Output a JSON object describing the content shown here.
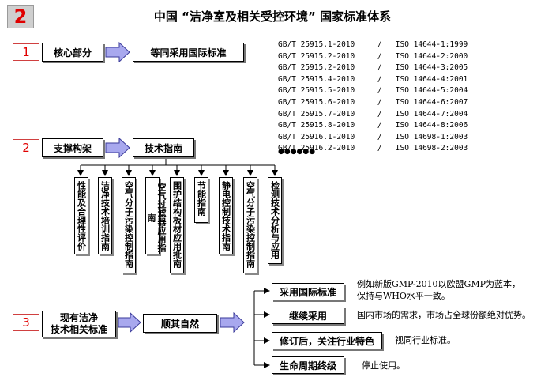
{
  "header": {
    "badge": "2",
    "title": "中国 “洁净室及相关受控环境” 国家标准体系"
  },
  "section1": {
    "num": "1",
    "label": "核心部分",
    "target": "等同采用国际标准",
    "standards": [
      {
        "gb": "GB/T 25915.1-2010",
        "iso": "ISO 14644-1:1999"
      },
      {
        "gb": "GB/T 25915.2-2010",
        "iso": "ISO 14644-2:2000"
      },
      {
        "gb": "GB/T 25915.2-2010",
        "iso": "ISO 14644-3:2005"
      },
      {
        "gb": "GB/T 25915.4-2010",
        "iso": "ISO 14644-4:2001"
      },
      {
        "gb": "GB/T 25915.5-2010",
        "iso": "ISO 14644-5:2004"
      },
      {
        "gb": "GB/T 25915.6-2010",
        "iso": "ISO 14644-6:2007"
      },
      {
        "gb": "GB/T 25915.7-2010",
        "iso": "ISO 14644-7:2004"
      },
      {
        "gb": "GB/T 25915.8-2010",
        "iso": "ISO 14644-8:2006"
      },
      {
        "gb": "GB/T 25916.1-2010",
        "iso": "ISO 14698-1:2003"
      },
      {
        "gb": "GB/T 25916.2-2010",
        "iso": "ISO 14698-2:2003"
      }
    ],
    "separator": "/",
    "more": "●●●●●●"
  },
  "section2": {
    "num": "2",
    "label": "支撑构架",
    "target": "技术指南",
    "guides": [
      "性能及合理性评价",
      "洁净技术培训指南",
      "空气分子污染控制指南",
      "空气过滤器应用指南",
      "围护结构板材应用批南",
      "节能指南",
      "静电控制技术指南",
      "空气分子污染控制指南",
      "检测技术分析与应用"
    ]
  },
  "section3": {
    "num": "3",
    "label_line1": "现有洁净",
    "label_line2": "技术相关标准",
    "target": "顺其自然",
    "options": [
      {
        "label": "采用国际标准",
        "note_line1": "例如新版GMP-2010以欧盟GMP为蓝本，",
        "note_line2": "保持与WHO水平一致。"
      },
      {
        "label": "继续采用",
        "note_line1": "国内市场的需求，市场占全球份额绝对优势。",
        "note_line2": ""
      },
      {
        "label": "修订后，关注行业特色",
        "note_line1": "视同行业标准。",
        "note_line2": ""
      },
      {
        "label": "生命周期终级",
        "note_line1": "停止使用。",
        "note_line2": ""
      }
    ]
  },
  "colors": {
    "arrow_fill": "#a8a8ee",
    "arrow_stroke": "#3a3a9a",
    "number_red": "#e00000"
  }
}
